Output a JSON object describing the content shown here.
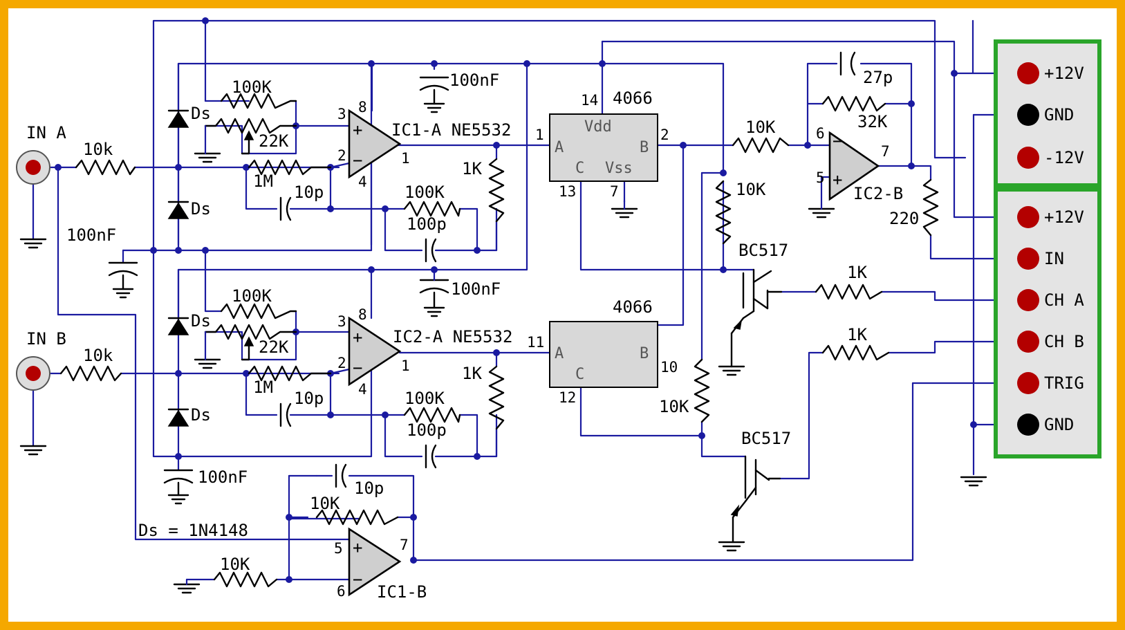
{
  "inputs": {
    "in_a": "IN A",
    "in_b": "IN B"
  },
  "chips": {
    "ic1a": "IC1-A NE5532",
    "ic2a": "IC2-A NE5532",
    "ic1b": "IC1-B",
    "ic2b": "IC2-B",
    "sw1": "4066",
    "sw2": "4066",
    "vdd": "Vdd",
    "vss": "Vss",
    "pin_a": "A",
    "pin_b": "B",
    "pin_c": "C",
    "bc1": "BC517",
    "bc2": "BC517"
  },
  "pins": {
    "ic1a_3": "3",
    "ic1a_8": "8",
    "ic1a_2": "2",
    "ic1a_4": "4",
    "ic1a_1": "1",
    "ic2a_3": "3",
    "ic2a_8": "8",
    "ic2a_2": "2",
    "ic2a_4": "4",
    "ic2a_1": "1",
    "ic1b_5": "5",
    "ic1b_6": "6",
    "ic1b_7": "7",
    "ic2b_6": "6",
    "ic2b_5": "5",
    "ic2b_7": "7",
    "sw1_1": "1",
    "sw1_2": "2",
    "sw1_13": "13",
    "sw1_14": "14",
    "sw1_7": "7",
    "sw2_11": "11",
    "sw2_10": "10",
    "sw2_12": "12"
  },
  "parts": {
    "r_in_a": "10k",
    "r_in_b": "10k",
    "r100k_a": "100K",
    "pot_a": "22K",
    "r1m_a": "1M",
    "c10p_a": "10p",
    "r100k_fb_a": "100K",
    "c100p_a": "100p",
    "r1k_a": "1K",
    "r100k_b": "100K",
    "pot_b": "22K",
    "r1m_b": "1M",
    "c10p_b": "10p",
    "r100k_fb_b": "100K",
    "c100p_b": "100p",
    "r1k_b": "1K",
    "c100nf_top": "100nF",
    "c100nf_left": "100nF",
    "c100nf_mid": "100nF",
    "c100nf_bot": "100nF",
    "d1": "Ds",
    "d2": "Ds",
    "d3": "Ds",
    "d4": "Ds",
    "ds_note": "Ds = 1N4148",
    "r10k_ic1b_fb": "10K",
    "c10p_ic1b": "10p",
    "r10k_ic1b_in": "10K",
    "r10k_ic2b_in": "10K",
    "c27p": "27p",
    "r32k": "32K",
    "r220": "220",
    "r10k_q1": "10K",
    "r10k_q2": "10K",
    "r1k_cha": "1K",
    "r1k_chb": "1K"
  },
  "connectors": {
    "power": [
      "+12V",
      "GND",
      "-12V"
    ],
    "signal": [
      "+12V",
      "IN",
      "CH A",
      "CH B",
      "TRIG",
      "GND"
    ]
  },
  "colors": {
    "frame": "#f5a800",
    "wire": "#1a1aa0",
    "connector_border": "#2aa52a",
    "pin_red": "#b30000",
    "pin_black": "#000000",
    "chip_fill": "#d8d8d8"
  }
}
